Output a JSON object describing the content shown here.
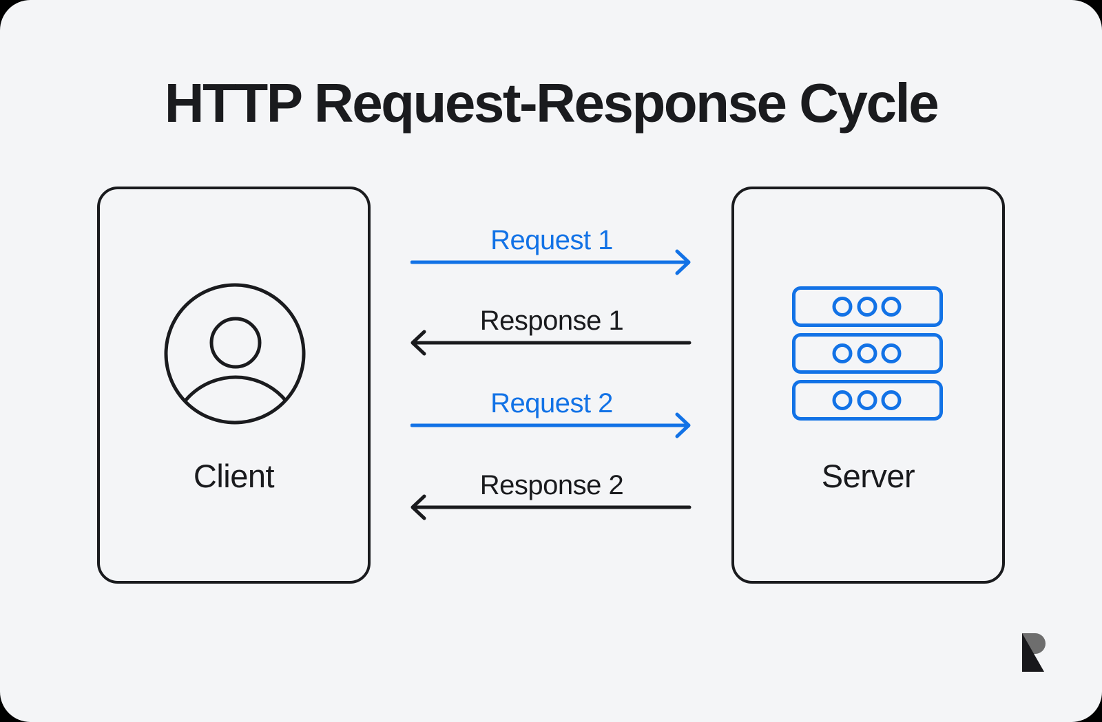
{
  "title": "HTTP Request-Response Cycle",
  "client": {
    "label": "Client",
    "icon": "user-icon"
  },
  "server": {
    "label": "Server",
    "icon": "server-rack-icon"
  },
  "messages": [
    {
      "label": "Request 1",
      "type": "request",
      "direction": "client-to-server"
    },
    {
      "label": "Response 1",
      "type": "response",
      "direction": "server-to-client"
    },
    {
      "label": "Request 2",
      "type": "request",
      "direction": "client-to-server"
    },
    {
      "label": "Response 2",
      "type": "response",
      "direction": "server-to-client"
    }
  ],
  "colors": {
    "request_blue": "#1272e6",
    "outline_dark": "#1a1b1e",
    "background": "#f4f5f7",
    "logo_gray": "#6e6e6e",
    "logo_black": "#18181b"
  },
  "branding": {
    "logo": "recraft-logo"
  }
}
